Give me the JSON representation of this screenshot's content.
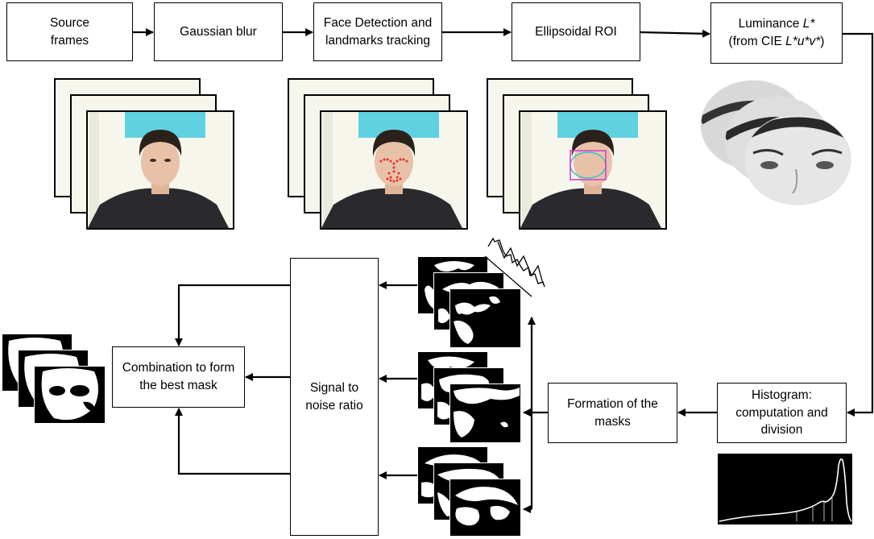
{
  "boxes": {
    "source": [
      "Source",
      "frames"
    ],
    "blur": [
      "Gaussian blur"
    ],
    "face": [
      "Face Detection and",
      "landmarks tracking"
    ],
    "roi": [
      "Ellipsoidal ROI"
    ],
    "luminance_line1": "Luminance ",
    "luminance_line1_var": "L*",
    "luminance_line2_pre": "(from CIE ",
    "luminance_line2_var": "L*u*v*",
    "luminance_line2_post": ")",
    "histogram": [
      "Histogram:",
      "computation and",
      "division"
    ],
    "masks": [
      "Formation of the",
      "masks"
    ],
    "snr": [
      "Signal to",
      "noise ratio"
    ],
    "combination": [
      "Combination to form",
      "the best mask"
    ]
  },
  "colors": {
    "frame_bg": "#f6f6ec",
    "skin": "#e8c2a8",
    "hair": "#2b211b",
    "shirt": "#2a2a2e",
    "landmark": "#e8302a",
    "roi_outline": "#d33ad3",
    "roi_ellipse": "#33c3c3",
    "poster": "#5fd1e0"
  },
  "icons": [
    "arrow-right-icon",
    "arrow-left-icon",
    "arrow-down-icon",
    "arrow-up-icon",
    "noise-signal-icon",
    "histogram-curve-icon"
  ]
}
